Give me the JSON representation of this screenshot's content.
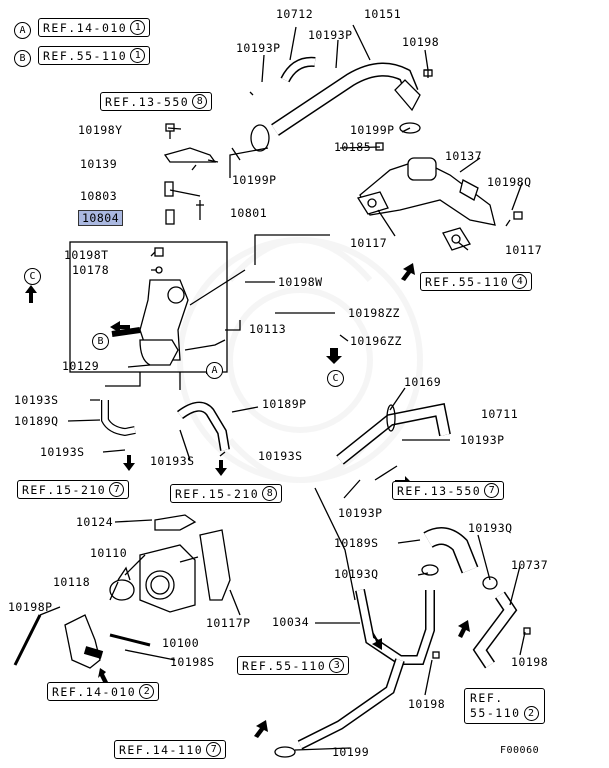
{
  "refs": {
    "r14010_1": {
      "text": "REF.14-010",
      "num": "1"
    },
    "r55110_1": {
      "text": "REF.55-110",
      "num": "1"
    },
    "r13550_8": {
      "text": "REF.13-550",
      "num": "8"
    },
    "r55110_4": {
      "text": "REF.55-110",
      "num": "4"
    },
    "r15210_7": {
      "text": "REF.15-210",
      "num": "7"
    },
    "r15210_8": {
      "text": "REF.15-210",
      "num": "8"
    },
    "r13550_7": {
      "text": "REF.13-550",
      "num": "7"
    },
    "r55110_3": {
      "text": "REF.55-110",
      "num": "3"
    },
    "r14010_2": {
      "text": "REF.14-010",
      "num": "2"
    },
    "r14110_7": {
      "text": "REF.14-110",
      "num": "7"
    },
    "r55110_2": {
      "line1": "REF.",
      "line2": "55-110",
      "num": "2"
    }
  },
  "letters": {
    "A": "A",
    "B": "B",
    "C": "C"
  },
  "parts": {
    "p10712": "10712",
    "p10151": "10151",
    "p10193P_a": "10193P",
    "p10193P_b": "10193P",
    "p10198": "10198",
    "p10198Y": "10198Y",
    "p10199P_a": "10199P",
    "p10185": "10185",
    "p10139": "10139",
    "p10137": "10137",
    "p10199P_b": "10199P",
    "p10198Q": "10198Q",
    "p10803": "10803",
    "p10804": "10804",
    "p10801": "10801",
    "p10117_a": "10117",
    "p10117_b": "10117",
    "p10198T": "10198T",
    "p10178": "10178",
    "p10198W": "10198W",
    "p10198ZZ": "10198ZZ",
    "p10113": "10113",
    "p10196ZZ": "10196ZZ",
    "p10129": "10129",
    "p10169": "10169",
    "p10193S_a": "10193S",
    "p10189P": "10189P",
    "p10711": "10711",
    "p10189Q": "10189Q",
    "p10193P_c": "10193P",
    "p10193S_b": "10193S",
    "p10193S_c": "10193S",
    "p10193S_d": "10193S",
    "p10193P_d": "10193P",
    "p10124": "10124",
    "p10189S": "10189S",
    "p10193Q_a": "10193Q",
    "p10110": "10110",
    "p10737": "10737",
    "p10118": "10118",
    "p10193Q_b": "10193Q",
    "p10198P": "10198P",
    "p10117P": "10117P",
    "p10034": "10034",
    "p10100": "10100",
    "p10198S": "10198S",
    "p10198_b": "10198",
    "p10198_c": "10198",
    "p10199": "10199",
    "f00060": "F00060"
  }
}
